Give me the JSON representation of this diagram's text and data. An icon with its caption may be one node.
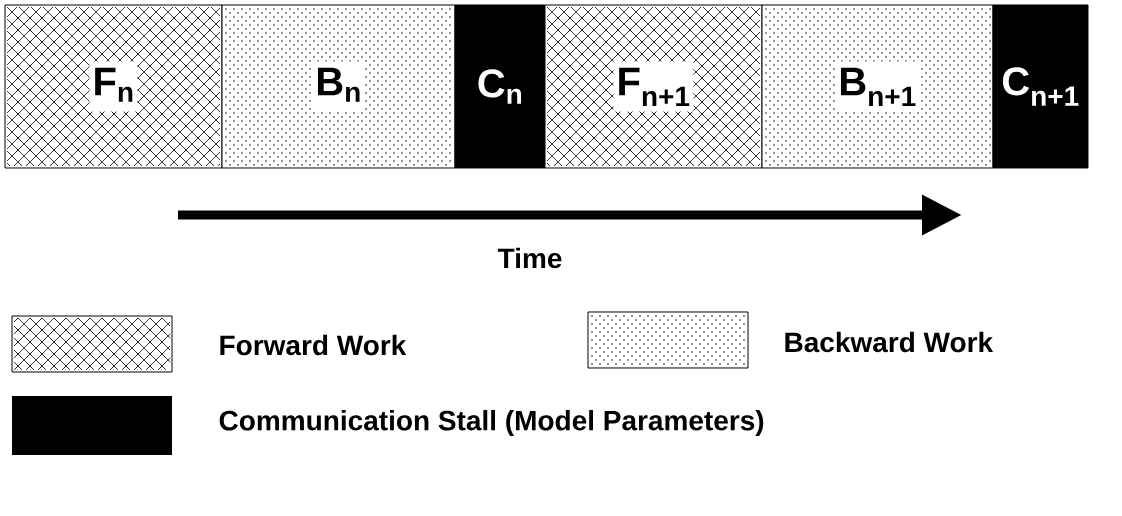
{
  "diagram": {
    "nodes": [
      {
        "text": [
          "F$_{n}$"
        ]
      },
      {
        "text": [
          "B$_{n}$"
        ]
      },
      {
        "text": [
          "C$_{n}$"
        ]
      },
      {
        "text": [
          "F$_{n+1}$"
        ]
      },
      {
        "text": [
          "B$_{n+1}$"
        ]
      },
      {
        "text": [
          "C$_{n+1}$"
        ]
      }
    ],
    "labels": [
      "Time"
    ],
    "legend": [
      {
        "text": "Forward Work"
      },
      {
        "text": "Backward Work"
      },
      {
        "text": "Communication Stall (Model Parameters)",
        "color": "#000000"
      }
    ]
  }
}
